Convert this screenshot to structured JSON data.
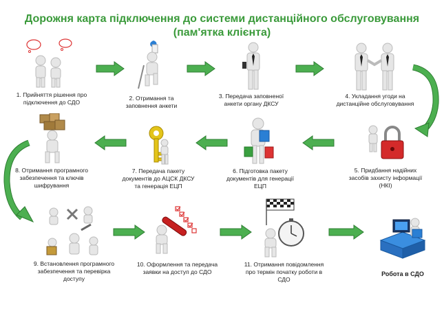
{
  "title_line1": "Дорожня карта підключення до системи дистанційного обслуговування",
  "title_line2": "(пам'ятка  клієнта)",
  "steps": [
    {
      "line1": "1. Прийняття рішення про",
      "line2": "підключення до СДО",
      "line3": ""
    },
    {
      "line1": "2. Отримання та",
      "line2": "заповнення анкети",
      "line3": ""
    },
    {
      "line1": "3. Передача заповненої",
      "line2": "анкети органу ДКСУ",
      "line3": ""
    },
    {
      "line1": "4. Укладання угоди на",
      "line2": "дистанційне обслуговування",
      "line3": ""
    },
    {
      "line1": "5. Придбання надійних",
      "line2": "засобів захисту інформації",
      "line3": "(НКІ)"
    },
    {
      "line1": "6. Підготовка пакету",
      "line2": "документів для генерації",
      "line3": "ЕЦП"
    },
    {
      "line1": "7. Передача пакету",
      "line2": "документів до АЦСК ДКСУ",
      "line3": "та генерація ЕЦП"
    },
    {
      "line1": "8. Отримання програмного",
      "line2": "забезпечення та ключів",
      "line3": "шифрування"
    },
    {
      "line1": "9. Встановлення програмного",
      "line2": "забезпечення та перевірка",
      "line3": "доступу"
    },
    {
      "line1": "10. Оформлення  та передача",
      "line2": "заявки на доступ до СДО",
      "line3": ""
    },
    {
      "line1": "11. Отримання повідомлення",
      "line2": "про термін  початку роботи в",
      "line3": "СДО"
    },
    {
      "line1": "Робота в СДО",
      "line2": "",
      "line3": ""
    }
  ],
  "colors": {
    "title": "#3a9a3a",
    "arrow": "#4caf50",
    "arrow_stroke": "#2e7d32",
    "figure": "#e6e6e6",
    "blue": "#2a7fd4"
  }
}
